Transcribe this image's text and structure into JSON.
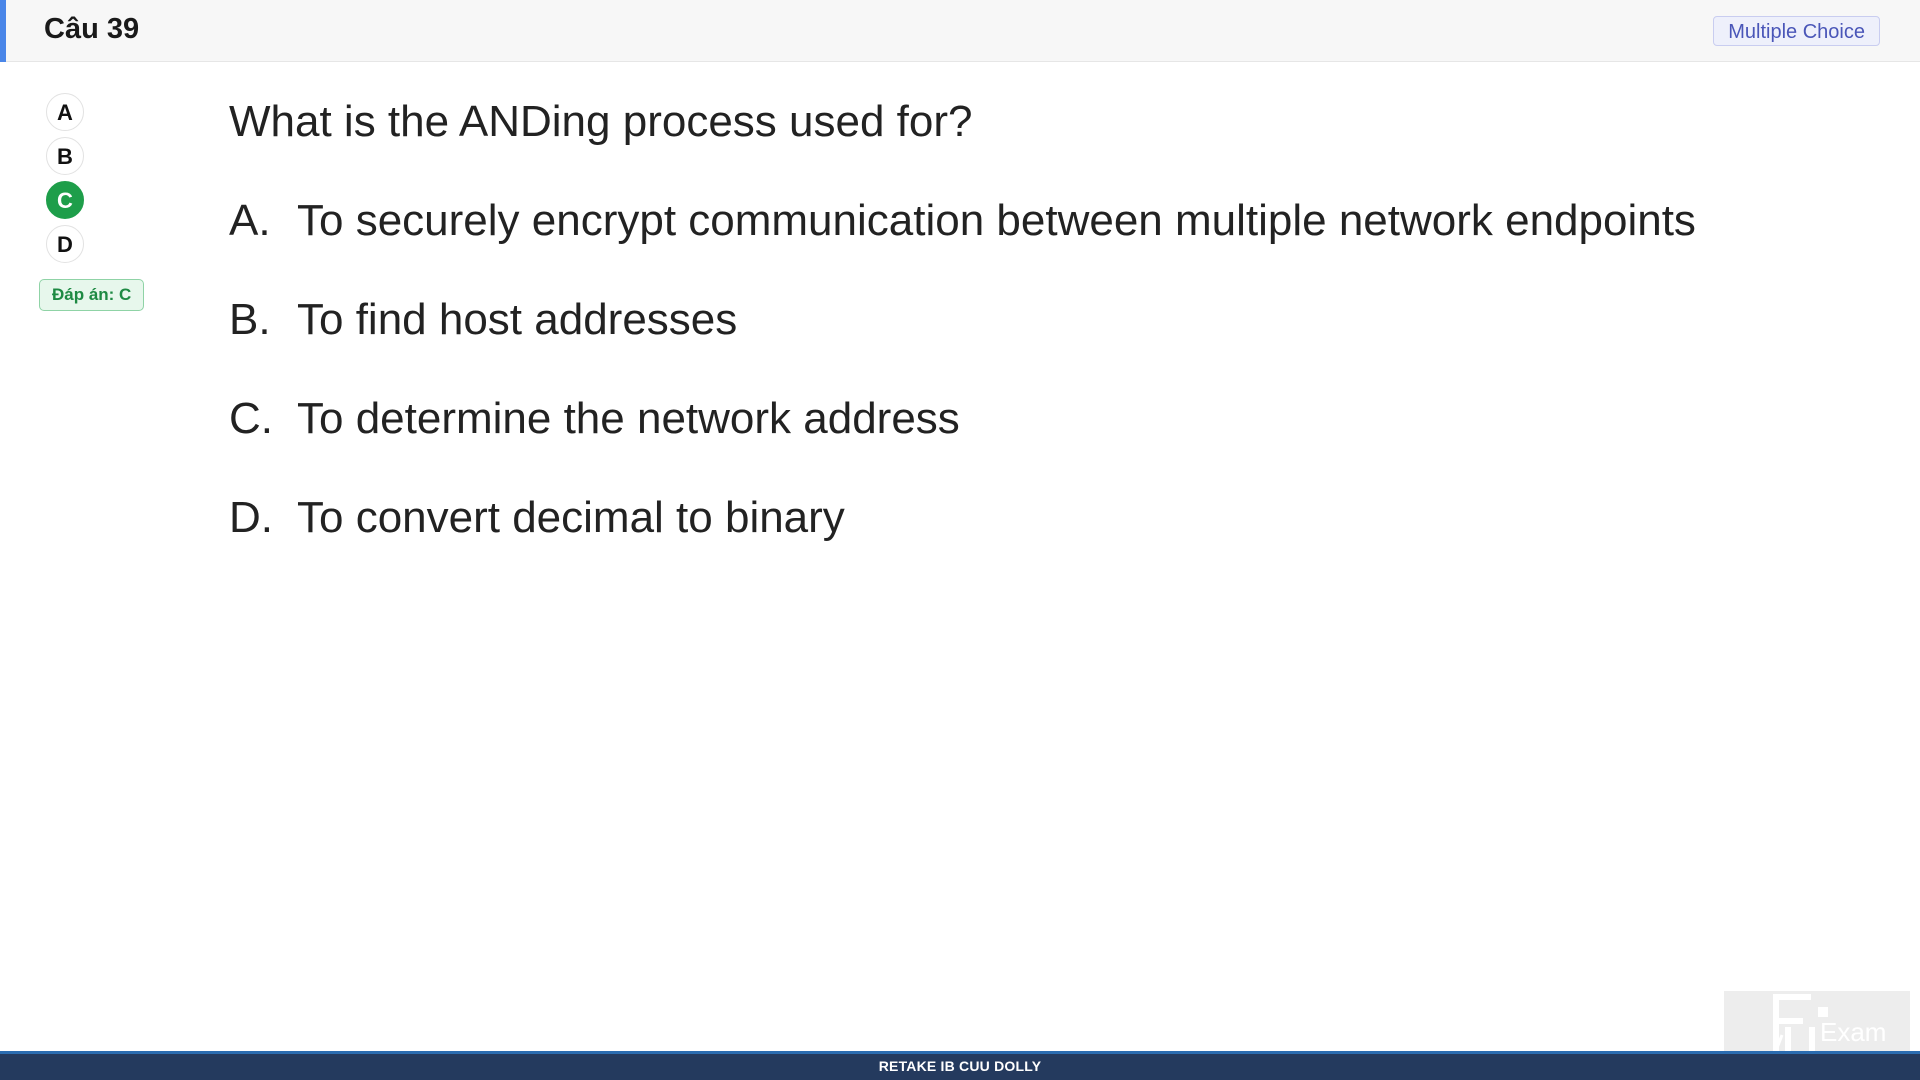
{
  "header": {
    "title": "Câu 39",
    "type_badge": "Multiple Choice"
  },
  "choices": [
    {
      "letter": "A",
      "selected": false
    },
    {
      "letter": "B",
      "selected": false
    },
    {
      "letter": "C",
      "selected": true
    },
    {
      "letter": "D",
      "selected": false
    }
  ],
  "answer_badge": "Đáp án: C",
  "question": {
    "text": "What is the ANDing process used for?",
    "options": [
      {
        "letter": "A.",
        "text": "To securely encrypt communication between multiple network endpoints"
      },
      {
        "letter": "B.",
        "text": "To find host addresses"
      },
      {
        "letter": "C.",
        "text": "To determine the network address"
      },
      {
        "letter": "D.",
        "text": "To convert decimal to binary"
      }
    ]
  },
  "logo": {
    "text": "Exam",
    "icon": "fu-exam-logo-icon"
  },
  "footer": {
    "text": "RETAKE IB CUU DOLLY"
  },
  "colors": {
    "accent": "#4a86e8",
    "selected": "#1e9e4a",
    "footer": "#243a5e"
  }
}
